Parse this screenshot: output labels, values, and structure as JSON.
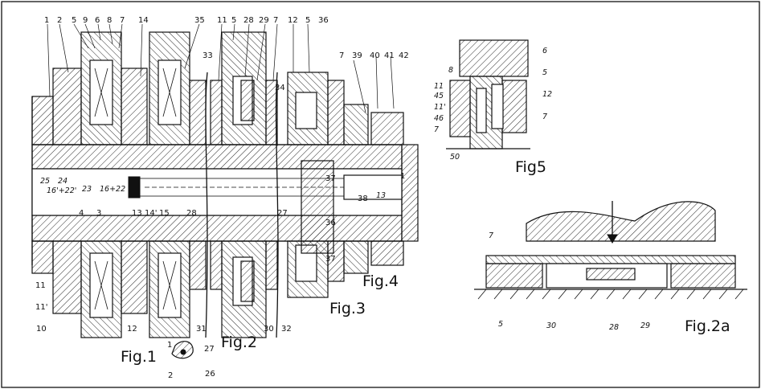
{
  "figures": {
    "fig1": "Fig.1",
    "fig2": "Fig.2",
    "fig2a": "Fig.2a",
    "fig3": "Fig.3",
    "fig4": "Fig.4",
    "fig5": "Fig5"
  },
  "top_labels": [
    "1",
    "2",
    "5",
    "9",
    "6",
    "8",
    "7",
    "14",
    "35",
    "11",
    "5",
    "28",
    "29",
    "7",
    "12",
    "5",
    "36",
    "7",
    "39",
    "40",
    "41",
    "42"
  ],
  "mid_labels": [
    "33",
    "34",
    "37",
    "36",
    "37",
    "38",
    "27",
    "25",
    "24",
    "23",
    "16'+22'",
    "16+22",
    "13",
    "14'",
    "15",
    "4",
    "3",
    "28",
    "1",
    "13"
  ],
  "bottom_labels": [
    "11",
    "11'",
    "10",
    "12",
    "31",
    "30",
    "32"
  ],
  "detail_labels": [
    "1",
    "27",
    "2",
    "26"
  ],
  "fig5_labels": [
    "8",
    "6",
    "5",
    "11",
    "45",
    "11'",
    "46",
    "7",
    "12",
    "7",
    "50"
  ],
  "fig2a_labels": [
    "7",
    "5",
    "30",
    "28",
    "29"
  ]
}
